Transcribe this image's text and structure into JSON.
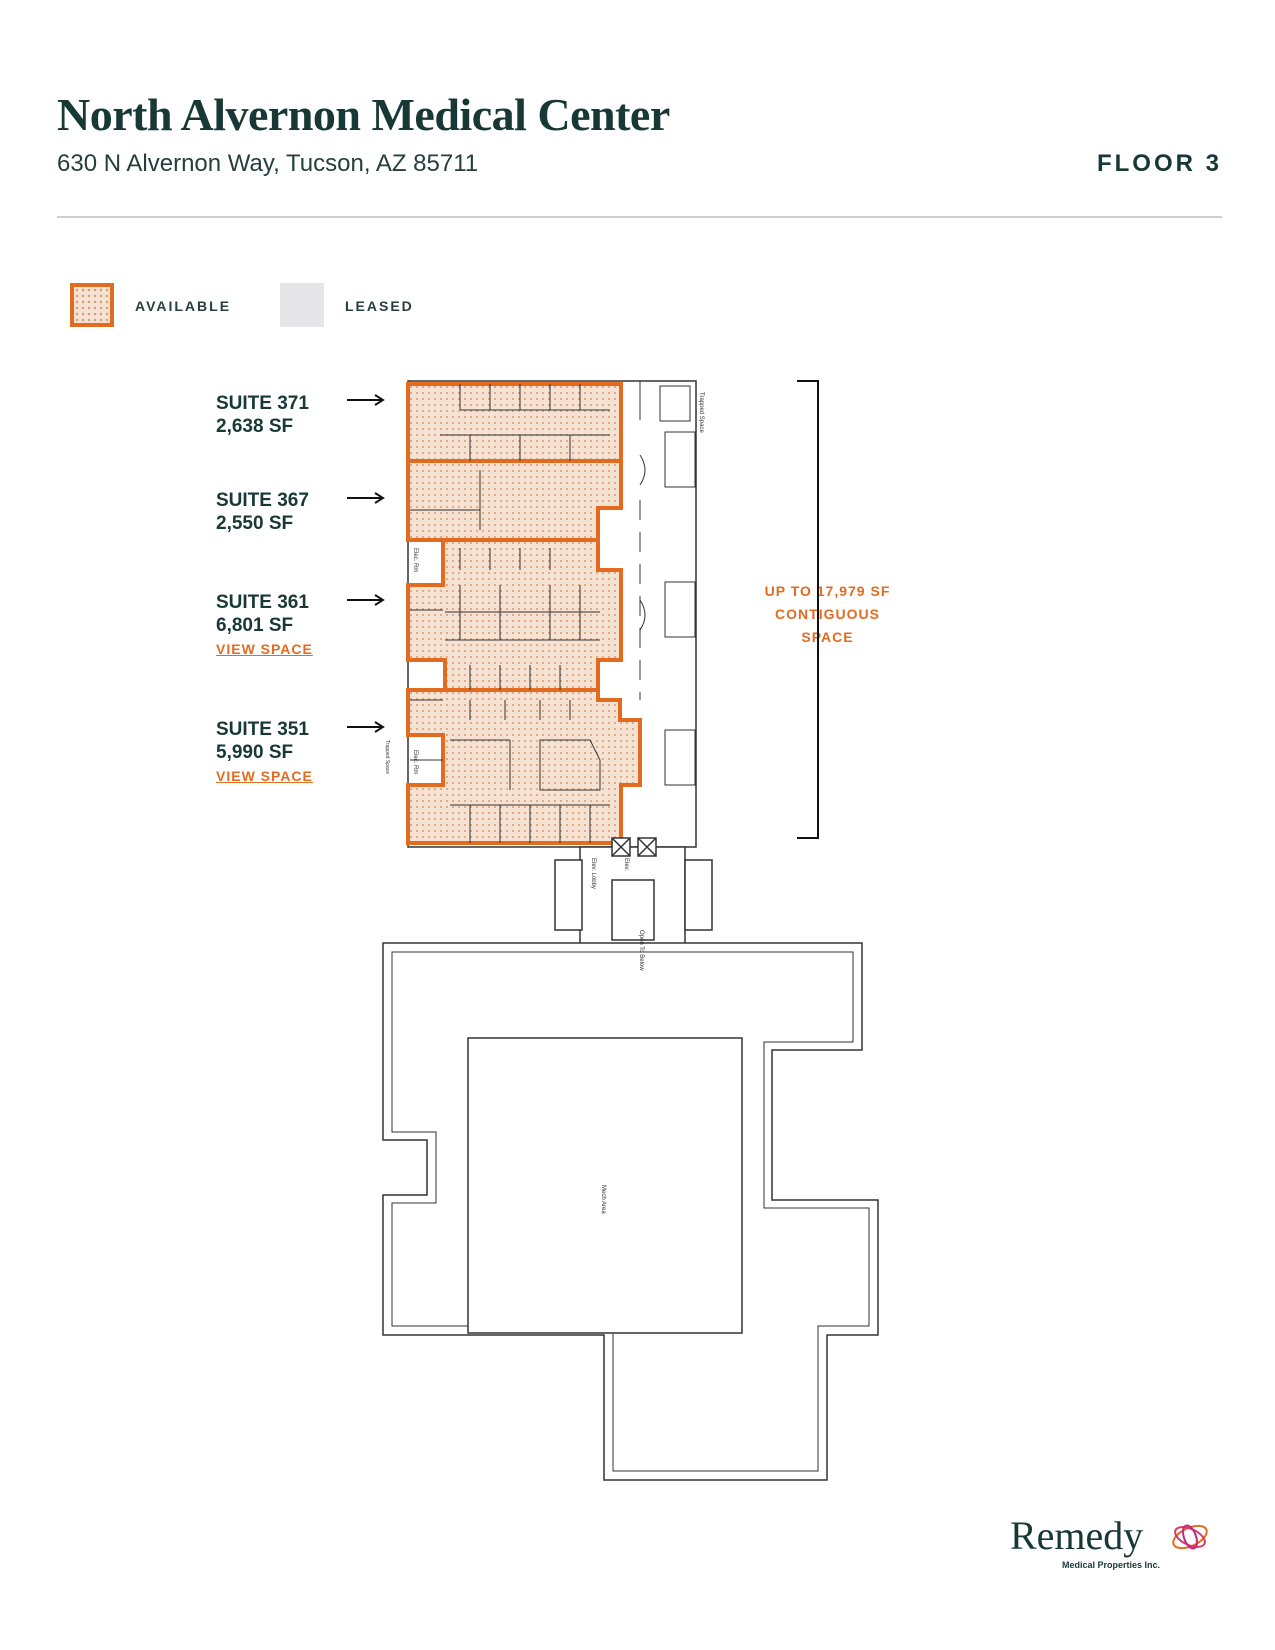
{
  "header": {
    "title": "North Alvernon Medical Center",
    "address": "630 N Alvernon Way, Tucson, AZ 85711",
    "floor": "FLOOR 3"
  },
  "legend": {
    "available": "AVAILABLE",
    "leased": "LEASED"
  },
  "colors": {
    "accent": "#e36b1f",
    "heading": "#173834",
    "leased": "#e6e6e8"
  },
  "suites": [
    {
      "name": "SUITE 371",
      "size": "2,638 SF",
      "link": ""
    },
    {
      "name": "SUITE 367",
      "size": "2,550 SF",
      "link": ""
    },
    {
      "name": "SUITE 361",
      "size": "6,801 SF",
      "link": "VIEW SPACE"
    },
    {
      "name": "SUITE 351",
      "size": "5,990 SF",
      "link": "VIEW SPACE"
    }
  ],
  "contiguous": {
    "line1": "UP TO 17,979 SF",
    "line2": "CONTIGUOUS",
    "line3": "SPACE"
  },
  "plan_labels": {
    "mech_area": "Mech Area",
    "elev_lobby": "Elev. Lobby",
    "elev": "Elev.",
    "open_to_below": "Open To Below",
    "trapped_space": "Trapped Space",
    "elec_rm": "Elec. Rm"
  },
  "logo": {
    "name": "Remedy",
    "tagline": "Medical Properties Inc.",
    "icon": "remedy-swirl-icon"
  }
}
